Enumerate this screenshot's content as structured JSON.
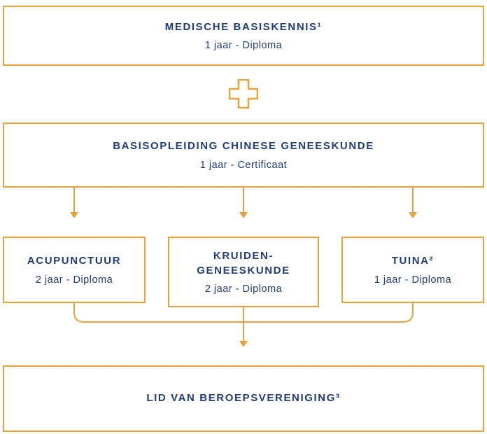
{
  "diagram": {
    "colors": {
      "accent": "#E8A13C",
      "text": "#1F3C78"
    },
    "top": {
      "title": "MEDISCHE BASISKENNIS¹",
      "subtitle": "1 jaar - Diploma"
    },
    "basis": {
      "title": "BASISOPLEIDING CHINESE GENEESKUNDE",
      "subtitle": "1 jaar - Certificaat"
    },
    "branches": [
      {
        "title": "ACUPUNCTUUR",
        "subtitle": "2 jaar - Diploma"
      },
      {
        "title": "KRUIDEN-\nGENEESKUNDE",
        "subtitle": "2 jaar - Diploma"
      },
      {
        "title": "TUINA²",
        "subtitle": "1 jaar - Diploma"
      }
    ],
    "bottom": {
      "title": "LID VAN BEROEPSVERENIGING³"
    }
  }
}
